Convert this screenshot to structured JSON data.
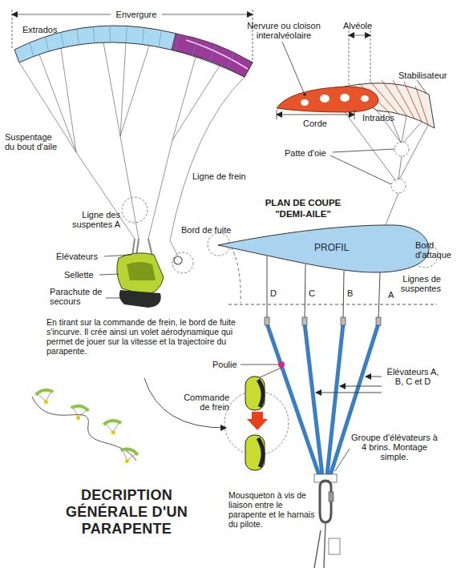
{
  "diagram": {
    "title": "DECRIPTION GÉNÉRALE D'UN PARAPENTE",
    "nodes": [
      {
        "text": [
          "PROFIL"
        ]
      }
    ],
    "labels": [
      "Envergure",
      "Extrados",
      "Nervure ou cloison interalvéolaire",
      "Alvéole",
      "Stabilisateur",
      "Corde",
      "Intrados",
      "Suspentage du bout d'aile",
      "Patte d'oie",
      "Ligne de frein",
      "PLAN DE COUPE \"DEMI-AILE\"",
      "Ligne des suspentes A",
      "Élévateurs",
      "Sellette",
      "Parachute de secours",
      "Bord de fuite",
      "Bord d'attaque",
      "D",
      "C",
      "B",
      "A",
      "Lignes de suspentes",
      "En tirant sur la commande de frein, le bord de fuite s'incurve. Il crée ainsi un volet aérodynamique qui permet de jouer sur la vitesse et la trajectoire du parapente.",
      "Poulie",
      "Commande de frein",
      "Élévateurs A, B, C et D",
      "Groupe d'élévateurs à 4 brins. Montage simple.",
      "Mousqueton à vis de liaison entre le parapente et le harnais du pilote."
    ]
  }
}
